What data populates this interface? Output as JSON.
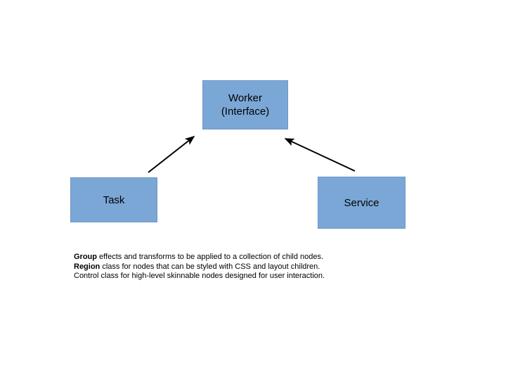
{
  "diagram": {
    "type": "node-arrow-diagram",
    "background_color": "#ffffff",
    "node_fill_color": "#7ba7d7",
    "node_border_color": "#6d97c4",
    "arrow_color": "#000000",
    "text_color": "#000000",
    "nodes": [
      {
        "id": "worker",
        "label": "Worker\n(Interface)",
        "line1": "Worker",
        "line2": "(Interface)"
      },
      {
        "id": "task",
        "label": "Task"
      },
      {
        "id": "service",
        "label": "Service"
      }
    ],
    "arrows": [
      {
        "id": "task-to-worker",
        "from": "task",
        "to": "worker",
        "direction": "up-right",
        "head_at": "worker"
      },
      {
        "id": "service-to-worker",
        "from": "service",
        "to": "worker",
        "direction": "up-left",
        "head_at": "worker"
      }
    ]
  },
  "notes": {
    "lines": [
      {
        "lead": "Group",
        "rest": " effects and transforms to be applied to a collection of child nodes.",
        "lead_bold": true
      },
      {
        "lead": "Region",
        "rest": " class for nodes that can be styled with CSS and layout children.",
        "lead_bold": true
      },
      {
        "lead": "Control",
        "rest": " class for high-level skinnable nodes designed for user interaction.",
        "lead_bold": false
      }
    ]
  }
}
